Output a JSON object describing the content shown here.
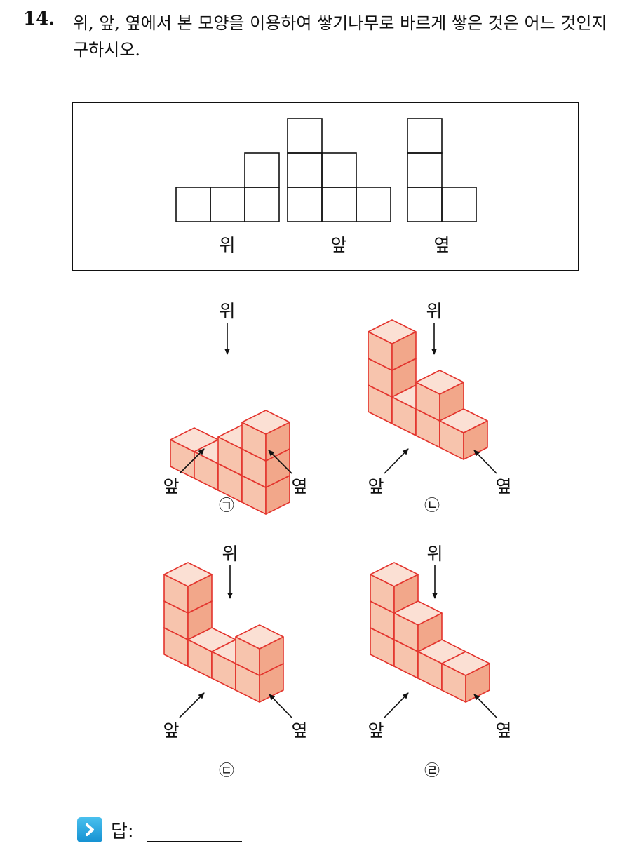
{
  "question": {
    "number": "14.",
    "text": "위, 앞, 옆에서 본 모양을 이용하여 쌓기나무로 바르게 쌓은 것은 어느 것인지 구하시오."
  },
  "views": [
    {
      "label": "위"
    },
    {
      "label": "앞"
    },
    {
      "label": "옆"
    }
  ],
  "direction_labels": {
    "top": "위",
    "front": "앞",
    "side": "옆"
  },
  "options": [
    {
      "marker": "㉠"
    },
    {
      "marker": "㉡"
    },
    {
      "marker": "㉢"
    },
    {
      "marker": "㉣"
    }
  ],
  "answer": {
    "label": "답:",
    "value": ""
  },
  "colors": {
    "cube_top": "#fbe0d4",
    "cube_left": "#f7c4ad",
    "cube_right": "#f2a78a",
    "cube_edge": "#e3342d"
  }
}
